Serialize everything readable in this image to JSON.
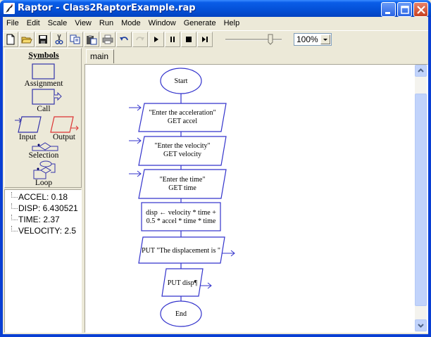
{
  "window": {
    "title": "Raptor - Class2RaptorExample.rap",
    "controls": {
      "minimize": "minimize",
      "maximize": "maximize",
      "close": "close"
    }
  },
  "menu": [
    "File",
    "Edit",
    "Scale",
    "View",
    "Run",
    "Mode",
    "Window",
    "Generate",
    "Help"
  ],
  "toolbar": {
    "buttons": [
      {
        "name": "new",
        "icon": "new-file-icon"
      },
      {
        "name": "open",
        "icon": "open-folder-icon"
      },
      {
        "name": "save",
        "icon": "save-icon"
      },
      {
        "name": "cut",
        "icon": "scissors-icon"
      },
      {
        "name": "copy",
        "icon": "copy-icon"
      },
      {
        "name": "paste",
        "icon": "paste-icon"
      },
      {
        "name": "print",
        "icon": "printer-icon"
      },
      {
        "name": "undo",
        "icon": "undo-icon"
      },
      {
        "name": "redo",
        "icon": "redo-icon",
        "disabled": true
      },
      {
        "name": "run",
        "icon": "play-icon"
      },
      {
        "name": "pause",
        "icon": "pause-icon"
      },
      {
        "name": "stop",
        "icon": "stop-icon"
      },
      {
        "name": "step",
        "icon": "step-icon"
      }
    ],
    "speed_slider": "speed-slider",
    "zoom": "100%"
  },
  "symbols": {
    "title": "Symbols",
    "items": [
      "Assignment",
      "Call",
      "Input",
      "Output",
      "Selection",
      "Loop"
    ]
  },
  "variables": [
    "ACCEL: 0.18",
    "DISP: 6.430521",
    "TIME: 2.37",
    "VELOCITY: 2.5"
  ],
  "tabs": [
    {
      "label": "main"
    }
  ],
  "flowchart": {
    "start": "Start",
    "steps": [
      {
        "type": "input",
        "line1": "\"Enter the acceleration\"",
        "line2": "GET accel"
      },
      {
        "type": "input",
        "line1": "\"Enter the velocity\"",
        "line2": "GET velocity"
      },
      {
        "type": "input",
        "line1": "\"Enter the time\"",
        "line2": "GET time"
      },
      {
        "type": "assignment",
        "line1": "disp ← velocity * time +",
        "line2": "0.5 * accel * time * time"
      },
      {
        "type": "output",
        "line1": "PUT \"The displacement is \"",
        "line2": ""
      },
      {
        "type": "output",
        "line1": "PUT disp¶",
        "line2": ""
      }
    ],
    "end": "End"
  },
  "colors": {
    "flow_stroke": "#3333cc",
    "output_symbol": "#e03030",
    "titlebar": "#0450d6"
  }
}
